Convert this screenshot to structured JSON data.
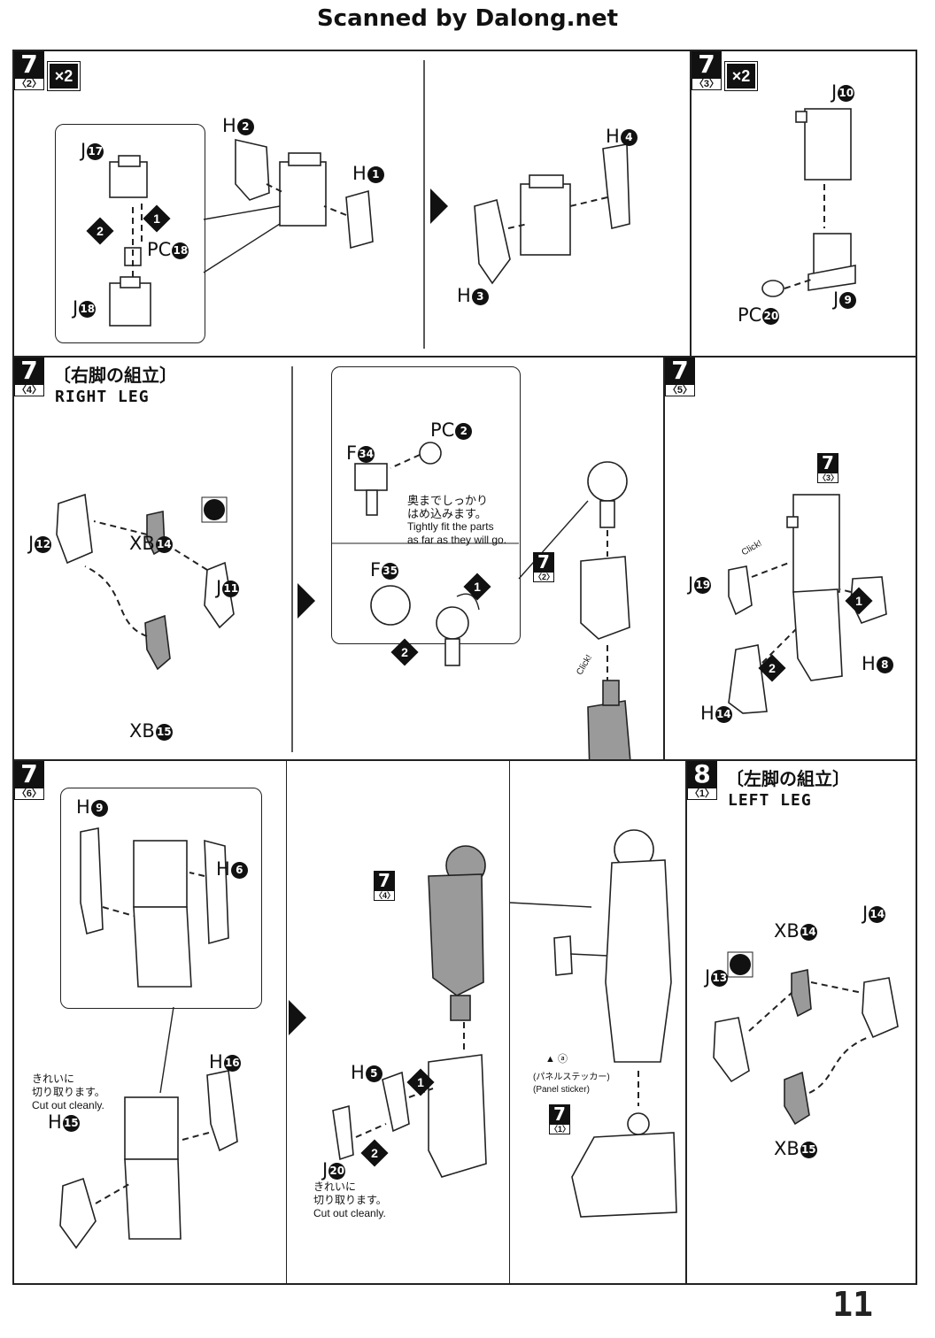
{
  "header": {
    "scan_credit": "Scanned by Dalong.net"
  },
  "page_number": "11",
  "panels": {
    "p1": {
      "step": "7",
      "sub": "〈2〉",
      "multiplier": "×2",
      "labels": {
        "j17": "J",
        "j17c": "17",
        "h2": "H",
        "h2c": "2",
        "h1": "H",
        "h1c": "1",
        "pc18": "PC",
        "pc18c": "18",
        "j18": "J",
        "j18c": "18",
        "h4": "H",
        "h4c": "4",
        "h3": "H",
        "h3c": "3"
      },
      "steps": [
        "1",
        "2"
      ]
    },
    "p2": {
      "step": "7",
      "sub": "〈3〉",
      "multiplier": "×2",
      "labels": {
        "j10": "J",
        "j10c": "10",
        "j9": "J",
        "j9c": "9",
        "pc20": "PC",
        "pc20c": "20"
      }
    },
    "p3": {
      "step": "7",
      "sub": "〈4〉",
      "title_jp": "〔右脚の組立〕",
      "title_en": "RIGHT LEG",
      "labels": {
        "j12": "J",
        "j12c": "12",
        "xb14": "XB",
        "xb14c": "14",
        "j11": "J",
        "j11c": "11",
        "xb15": "XB",
        "xb15c": "15",
        "pc2": "PC",
        "pc2c": "2",
        "f34": "F",
        "f34c": "34",
        "f35": "F",
        "f35c": "35"
      },
      "note_jp": "奥までしっかり\nはめ込みます。",
      "note_en": "Tightly fit the parts\nas far as they will go.",
      "ref_step": "7",
      "ref_sub": "〈2〉",
      "click": "Click!",
      "steps": [
        "1",
        "2"
      ]
    },
    "p4": {
      "step": "7",
      "sub": "〈5〉",
      "labels": {
        "j19": "J",
        "j19c": "19",
        "h8": "H",
        "h8c": "8",
        "h14": "H",
        "h14c": "14"
      },
      "ref_step": "7",
      "ref_sub": "〈3〉",
      "click": "Click!",
      "steps": [
        "1",
        "2"
      ]
    },
    "p5": {
      "step": "7",
      "sub": "〈6〉",
      "labels": {
        "h9": "H",
        "h9c": "9",
        "h6": "H",
        "h6c": "6",
        "h16": "H",
        "h16c": "16",
        "h15": "H",
        "h15c": "15"
      },
      "note_jp": "きれいに\n切り取ります。",
      "note_en": "Cut out cleanly."
    },
    "p6": {
      "ref_step": "7",
      "ref_sub": "〈4〉",
      "labels": {
        "h5": "H",
        "h5c": "5",
        "j20": "J",
        "j20c": "20"
      },
      "note_jp": "きれいに\n切り取ります。",
      "note_en": "Cut out cleanly.",
      "steps": [
        "1",
        "2"
      ]
    },
    "p7": {
      "ref_step": "7",
      "ref_sub": "〈1〉",
      "sticker_id": "a",
      "sticker_jp": "(パネルステッカー)",
      "sticker_en": "(Panel sticker)"
    },
    "p8": {
      "step": "8",
      "sub": "〈1〉",
      "title_jp": "〔左脚の組立〕",
      "title_en": "LEFT LEG",
      "labels": {
        "xb14": "XB",
        "xb14c": "14",
        "j14": "J",
        "j14c": "14",
        "j13": "J",
        "j13c": "13",
        "xb15": "XB",
        "xb15c": "15"
      }
    }
  }
}
